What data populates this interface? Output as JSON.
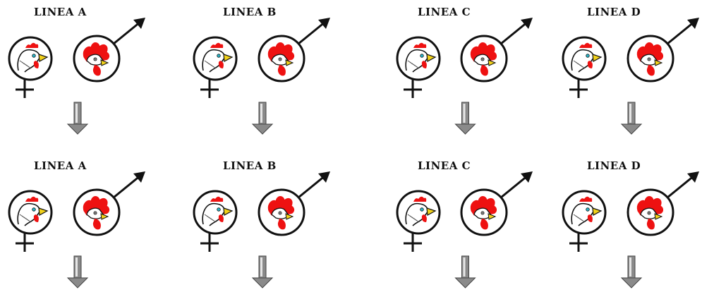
{
  "rows": [
    {
      "lines": [
        {
          "label": "LINEA A"
        },
        {
          "label": "LINEA B"
        },
        {
          "label": "LINEA C"
        },
        {
          "label": "LINEA D"
        }
      ]
    },
    {
      "lines": [
        {
          "label": "LINEA A"
        },
        {
          "label": "LINEA B"
        },
        {
          "label": "LINEA C"
        },
        {
          "label": "LINEA D"
        }
      ]
    }
  ],
  "icons": {
    "female": "female-symbol-icon",
    "male": "male-symbol-icon",
    "hen": "hen-head-icon",
    "rooster": "rooster-head-icon",
    "arrow": "down-arrow-icon"
  },
  "colors": {
    "comb_red": "#ee1111",
    "beak_yellow": "#f2d21a",
    "arrow_gray": "#8a8a8a",
    "outline": "#111111"
  }
}
